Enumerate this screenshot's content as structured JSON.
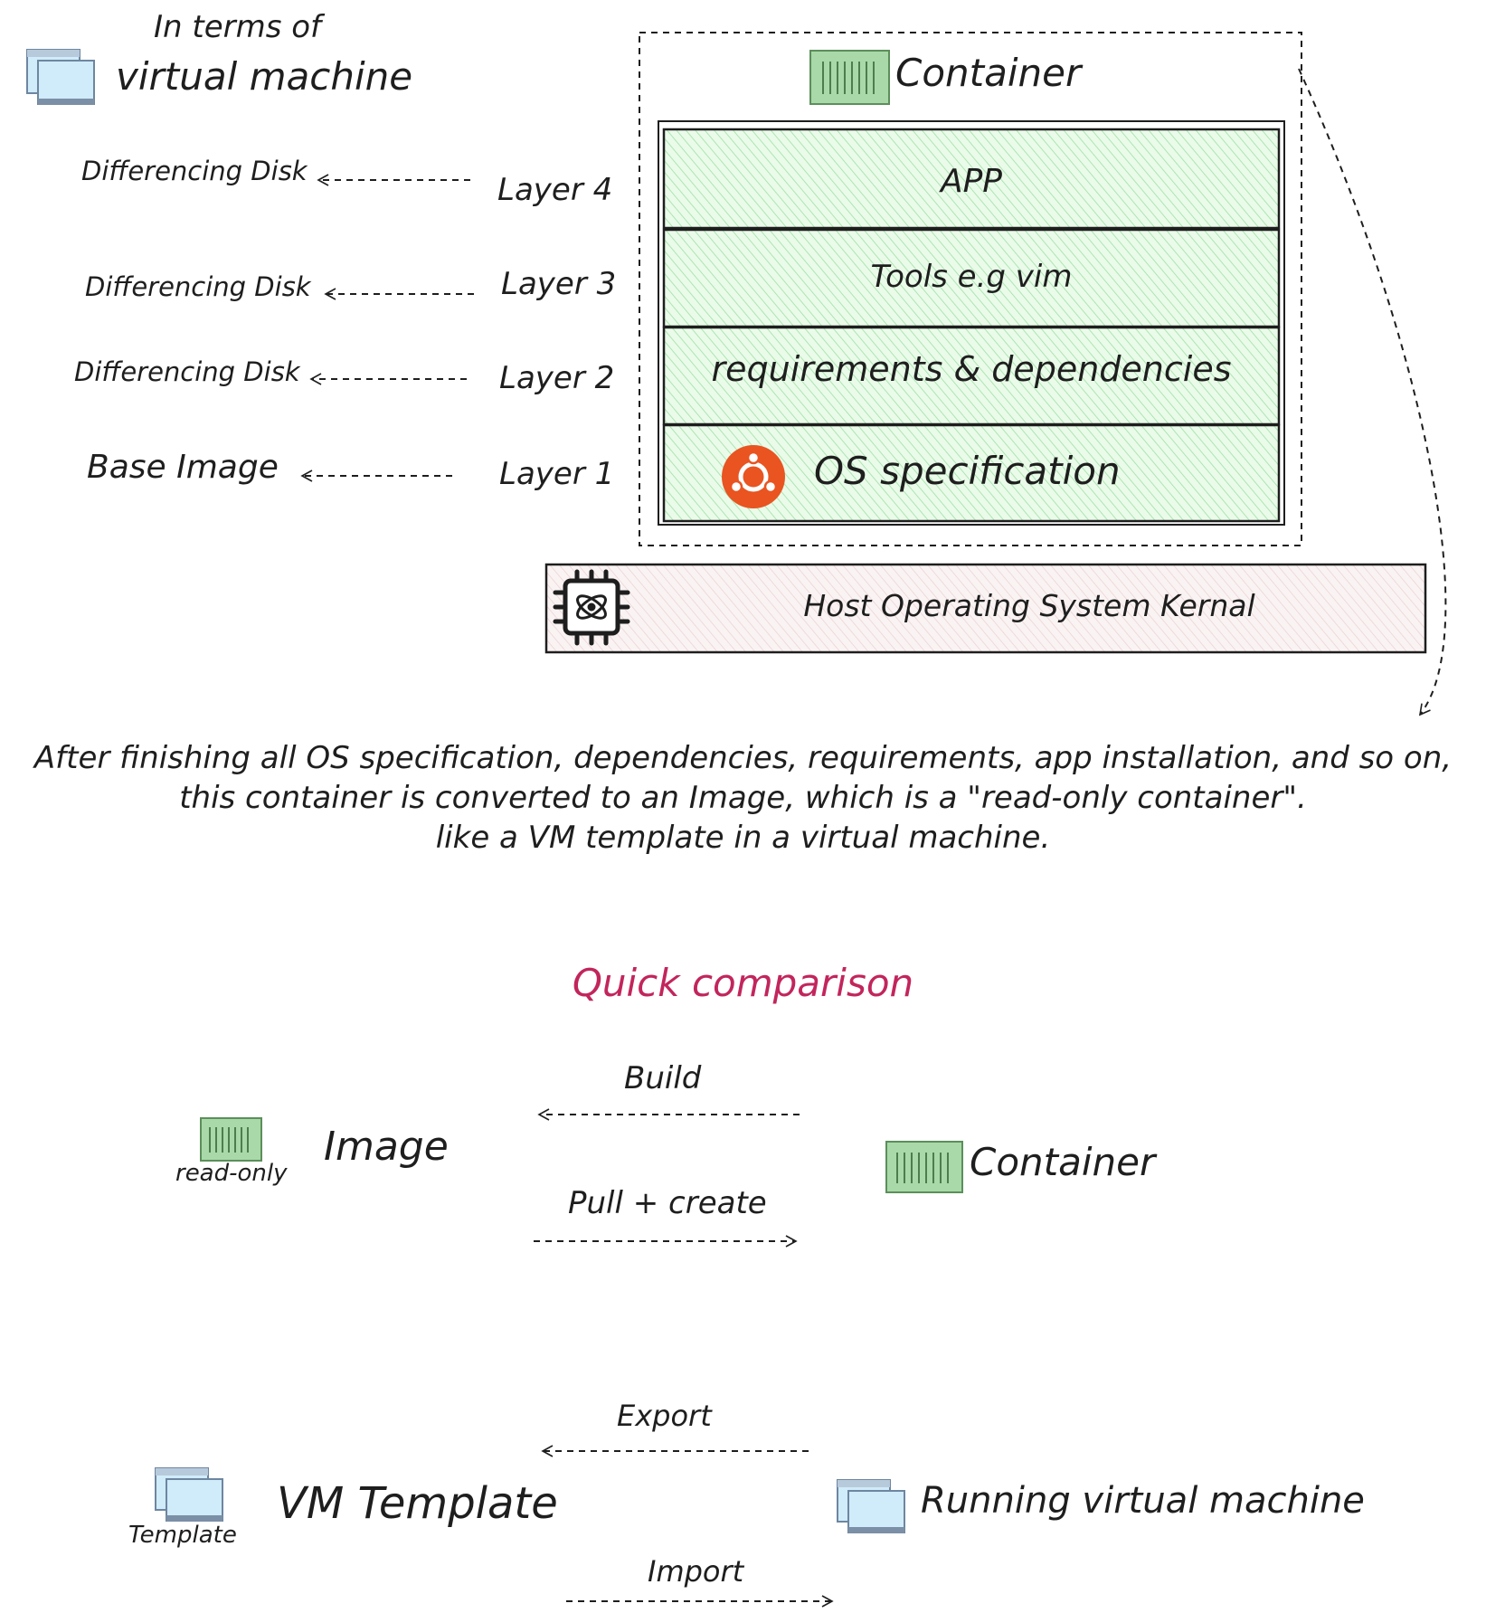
{
  "vm_heading": {
    "line1": "In terms of",
    "line2": "virtual machine"
  },
  "vm_mapping": [
    {
      "label": "Differencing Disk"
    },
    {
      "label": "Differencing Disk"
    },
    {
      "label": "Differencing Disk"
    },
    {
      "label": "Base Image"
    }
  ],
  "layer_labels": [
    "Layer 4",
    "Layer 3",
    "Layer 2",
    "Layer 1"
  ],
  "container_title": "Container",
  "container_layers": [
    "APP",
    "Tools e.g vim",
    "requirements & dependencies",
    "OS specification"
  ],
  "host_kernel": "Host Operating System Kernal",
  "description": [
    "After finishing all OS specification, dependencies, requirements, app installation, and so on,",
    "this container is converted to an Image, which is a \"read-only container\".",
    "like a VM template in a virtual machine."
  ],
  "quick_comparison": {
    "title": "Quick comparison",
    "image_label": "Image",
    "image_badge": "read-only",
    "container_label": "Container",
    "build_label": "Build",
    "pull_create_label": "Pull + create",
    "vm_template_label": "VM Template",
    "template_badge": "Template",
    "running_vm_label": "Running virtual machine",
    "export_label": "Export",
    "import_label": "Import"
  },
  "colors": {
    "ink": "#1e1e1e",
    "layer_fill": "#b2f2bb",
    "host_fill": "#f4d6d6",
    "container_icon": "#a9d8a9",
    "vm_icon": "#d0ebf9",
    "ubuntu": "#e95420",
    "accent_title": "#c2255c"
  }
}
